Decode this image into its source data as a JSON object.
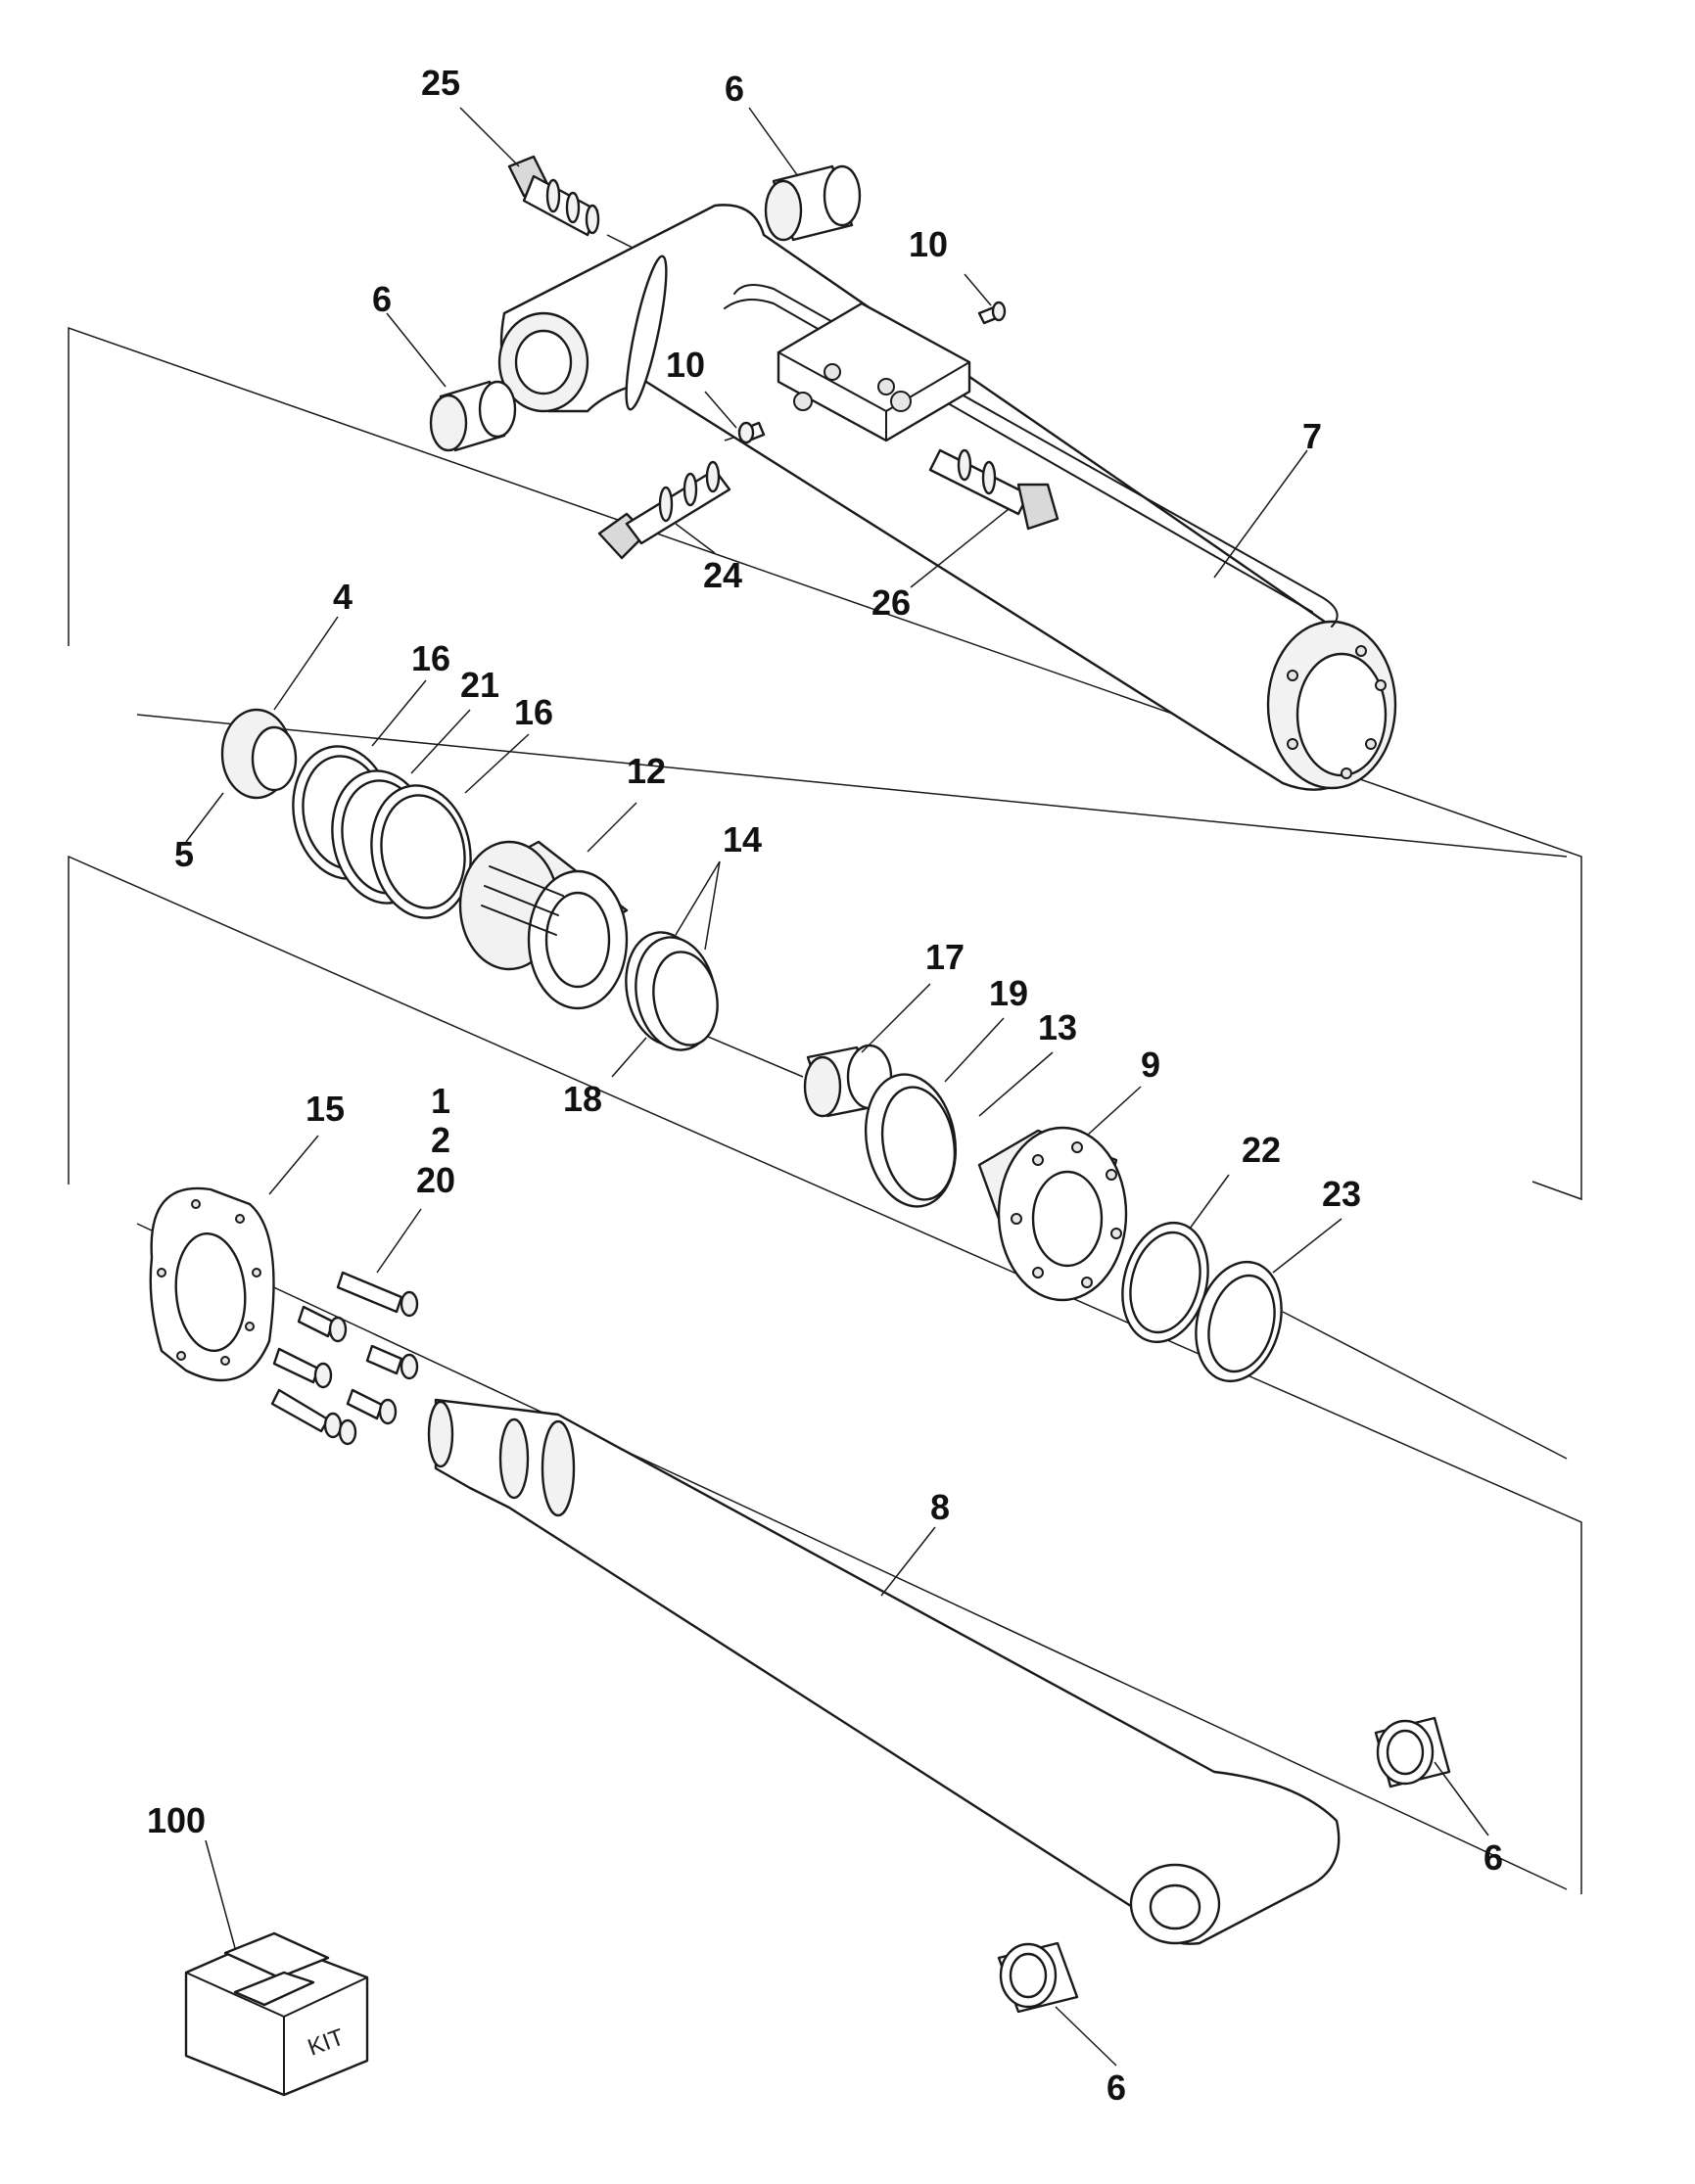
{
  "diagram": {
    "callouts": {
      "c25": "25",
      "c6a": "6",
      "c6b": "6",
      "c10a": "10",
      "c10b": "10",
      "c7": "7",
      "c24": "24",
      "c26": "26",
      "c4": "4",
      "c16a": "16",
      "c21": "21",
      "c16b": "16",
      "c5": "5",
      "c12": "12",
      "c14": "14",
      "c17": "17",
      "c19": "19",
      "c13": "13",
      "c9": "9",
      "c18": "18",
      "c15": "15",
      "c1": "1",
      "c2": "2",
      "c20": "20",
      "c22": "22",
      "c23": "23",
      "c8": "8",
      "c100": "100",
      "c6c": "6",
      "c6d": "6"
    },
    "kit_label": "KIT"
  }
}
